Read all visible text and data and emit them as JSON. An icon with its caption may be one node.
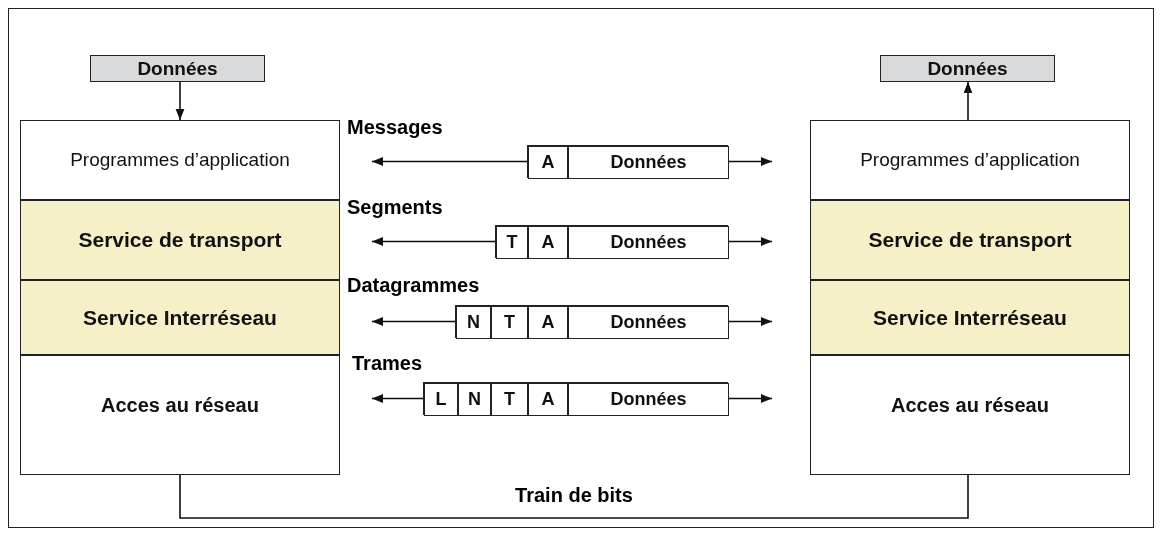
{
  "diagram": {
    "nodes": [
      {
        "text": [
          "Données"
        ]
      },
      {
        "text": [
          "Données"
        ]
      },
      {
        "text": [
          "Programmes d’application"
        ]
      },
      {
        "text": [
          "Service de transport"
        ]
      },
      {
        "text": [
          "Service Interréseau"
        ]
      },
      {
        "text": [
          "Acces au réseau"
        ]
      },
      {
        "text": [
          "Programmes d’application"
        ]
      },
      {
        "text": [
          "Service de transport"
        ]
      },
      {
        "text": [
          "Service Interréseau"
        ]
      },
      {
        "text": [
          "Acces au réseau"
        ]
      },
      {
        "text": [],
        "shape": "box"
      },
      {
        "text": [
          "A"
        ],
        "in": 10
      },
      {
        "text": [
          "Données"
        ],
        "in": 10
      },
      {
        "text": [],
        "shape": "box"
      },
      {
        "text": [
          "T"
        ],
        "in": 13
      },
      {
        "text": [
          "A"
        ],
        "in": 13
      },
      {
        "text": [
          "Données"
        ],
        "in": 13
      },
      {
        "text": [],
        "shape": "box"
      },
      {
        "text": [
          "N"
        ],
        "in": 17
      },
      {
        "text": [
          "T"
        ],
        "in": 17
      },
      {
        "text": [
          "A"
        ],
        "in": 17
      },
      {
        "text": [
          "Données"
        ],
        "in": 17
      },
      {
        "text": [],
        "shape": "box"
      },
      {
        "text": [
          "L"
        ],
        "in": 22
      },
      {
        "text": [
          "N"
        ],
        "in": 22
      },
      {
        "text": [
          "T"
        ],
        "in": 22
      },
      {
        "text": [
          "A"
        ],
        "in": 22
      },
      {
        "text": [
          "Données"
        ],
        "in": 22
      }
    ],
    "edges": [
      {
        "from": 0,
        "to": 2,
        "arrow": "to"
      },
      {
        "from": 6,
        "to": 1,
        "arrow": "to"
      },
      {
        "from": 10,
        "to": null,
        "arrow": "to"
      },
      {
        "from": 10,
        "to": null,
        "arrow": "to"
      },
      {
        "from": 13,
        "to": null,
        "arrow": "to"
      },
      {
        "from": 13,
        "to": null,
        "arrow": "to"
      },
      {
        "from": 17,
        "to": null,
        "arrow": "to"
      },
      {
        "from": 17,
        "to": null,
        "arrow": "to"
      },
      {
        "from": 22,
        "to": null,
        "arrow": "to"
      },
      {
        "from": 22,
        "to": null,
        "arrow": "to"
      },
      {
        "from": 5,
        "to": 9,
        "arrow": "none",
        "label": "Train de bits"
      }
    ],
    "labels": [
      "Messages",
      "Segments",
      "Datagrammes",
      "Trames"
    ]
  }
}
